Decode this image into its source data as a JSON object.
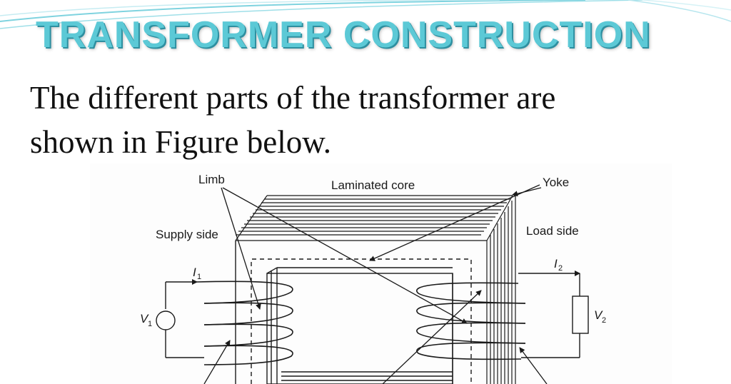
{
  "title": "TRANSFORMER CONSTRUCTION",
  "body": {
    "line1": "The different parts of the transformer are",
    "line2": "shown in Figure below."
  },
  "figure": {
    "labels": {
      "limb": "Limb",
      "laminated_core": "Laminated core",
      "yoke": "Yoke",
      "supply_side": "Supply side",
      "load_side": "Load side",
      "i1": "I",
      "i1_sub": "1",
      "i2": "I",
      "i2_sub": "2",
      "v1": "V",
      "v1_sub": "1",
      "v2": "V",
      "v2_sub": "2"
    }
  },
  "colors": {
    "title": "#5cc9d6",
    "title_shadow": "#2e8fa0",
    "wave": "#7fd3df"
  }
}
